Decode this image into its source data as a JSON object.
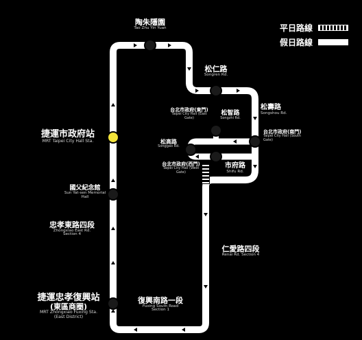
{
  "legend": {
    "weekday_label": "平日路線",
    "holiday_label": "假日路線"
  },
  "colors": {
    "background": "#000000",
    "route": "#ffffff",
    "current_stop": "#f2e33a",
    "stop": "#1a1a1a"
  },
  "stops": {
    "taozhupi": {
      "zh": "陶朱隱園",
      "en": "Tao Zhu Yin Yuan"
    },
    "songren": {
      "zh": "松仁路",
      "en": "Songren Rd."
    },
    "songshou": {
      "zh": "松壽路",
      "en": "Songshou Rd."
    },
    "songzhi": {
      "zh": "松智路",
      "en": "Songzhi Rd."
    },
    "cityhall_east": {
      "zh": "台北市政府(東門)",
      "en": "Taipei City Hall (East Gate)"
    },
    "cityhall_south": {
      "zh": "台北市政府(南門)",
      "en": "Taipei City Hall (South Gate)"
    },
    "songgao": {
      "zh": "松高路",
      "en": "Songgao Rd."
    },
    "cityhall_west": {
      "zh": "台北市政府(西門)",
      "en": "Taipei City Hall (West Gate)"
    },
    "shifu": {
      "zh": "市府路",
      "en": "Shifu Rd."
    },
    "mrt_city_hall": {
      "zh": "捷運市政府站",
      "en": "MRT Taipei City Hall Sta."
    },
    "sun_yatsen": {
      "zh": "國父紀念館",
      "en": "Sun Yat-sen Memorial Hall"
    },
    "zhongxiao_east": {
      "zh": "忠孝東路四段",
      "en": "Zhongxiao East Rd. Section 4"
    },
    "renai": {
      "zh": "仁愛路四段",
      "en": "Renai Rd. Section 4"
    },
    "mrt_zhongxiao_fuxing": {
      "zh": "捷運忠孝復興站",
      "zh2": "(東區商圈)",
      "en": "MRT Zhongxiao Fuxing Sta.",
      "en2": "(East District)"
    },
    "fuxing_south": {
      "zh": "復興南路一段",
      "en": "Fuxing South Road",
      "en2": "Section 1"
    }
  }
}
